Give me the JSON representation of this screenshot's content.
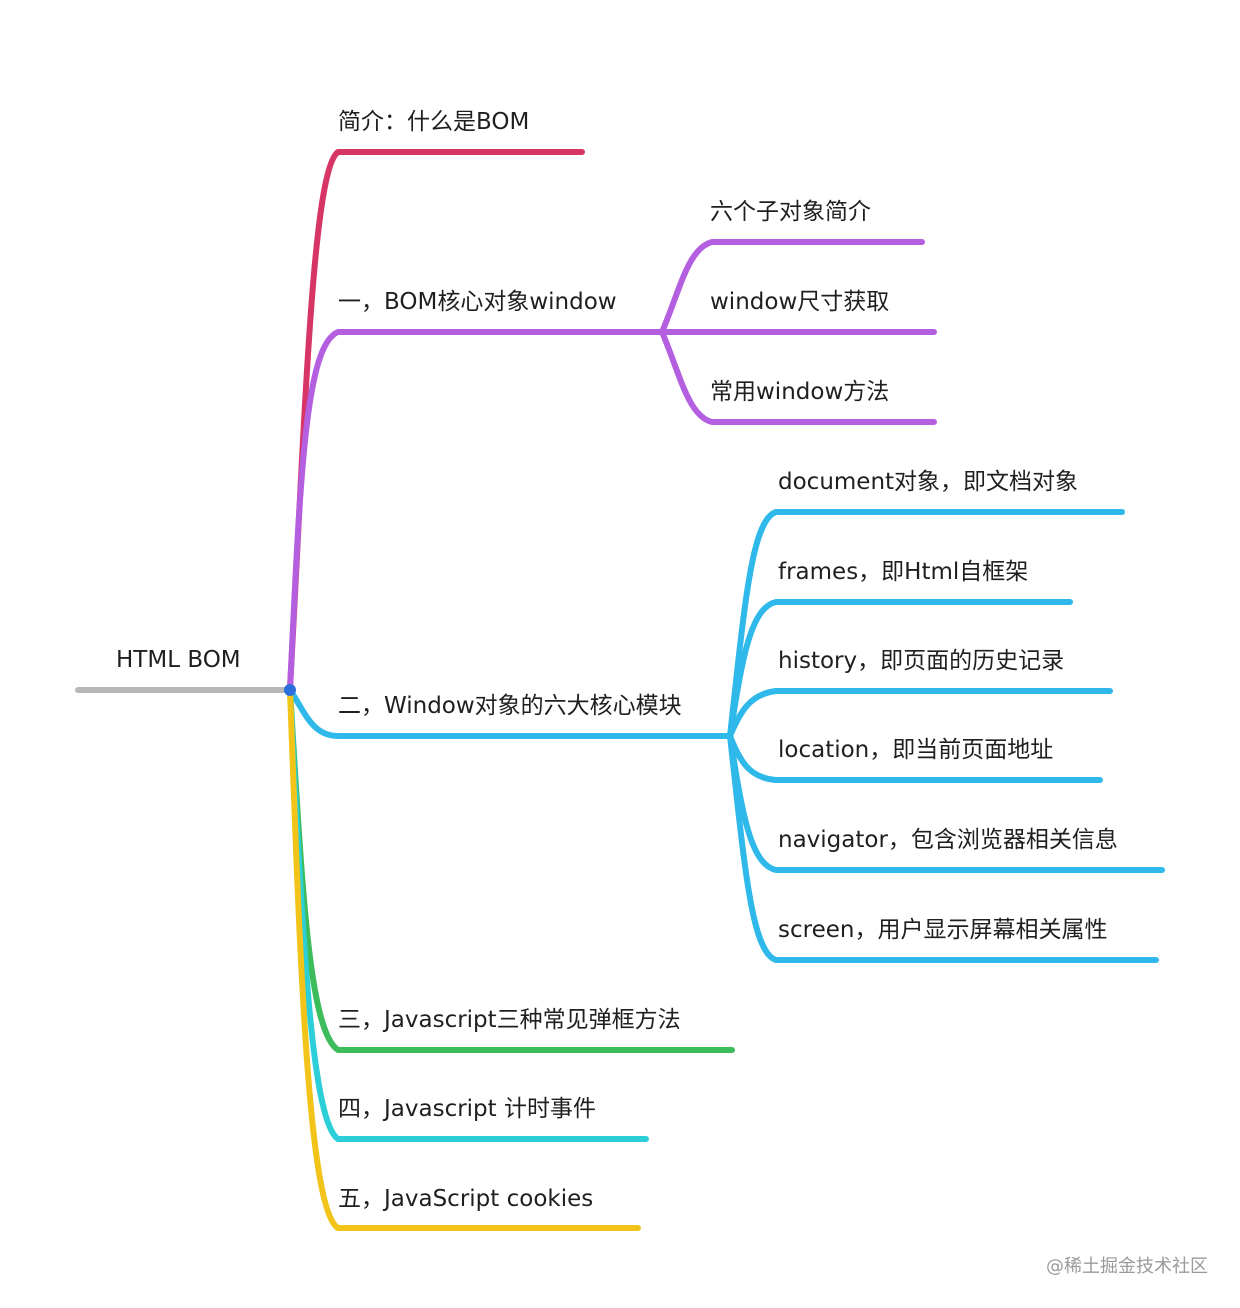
{
  "diagram": {
    "type": "mindmap",
    "root": {
      "label": "HTML BOM",
      "color": "#b8b8b8"
    },
    "branches": [
      {
        "label": "简介：什么是BOM",
        "color": "#d63566",
        "children": []
      },
      {
        "label": "一，BOM核心对象window",
        "color": "#b35fe0",
        "children": [
          {
            "label": "六个子对象简介"
          },
          {
            "label": "window尺寸获取"
          },
          {
            "label": "常用window方法"
          }
        ]
      },
      {
        "label": "二，Window对象的六大核心模块",
        "color": "#2fb8ea",
        "children": [
          {
            "label": "document对象，即文档对象"
          },
          {
            "label": "frames，即Html自框架"
          },
          {
            "label": "history，即页面的历史记录"
          },
          {
            "label": "location，即当前页面地址"
          },
          {
            "label": "navigator，包含浏览器相关信息"
          },
          {
            "label": "screen，用户显示屏幕相关属性"
          }
        ]
      },
      {
        "label": "三，Javascript三种常见弹框方法",
        "color": "#3cbc5a",
        "children": []
      },
      {
        "label": "四，Javascript 计时事件",
        "color": "#2ccfd8",
        "children": []
      },
      {
        "label": "五，JavaScript cookies",
        "color": "#f2c318",
        "children": []
      }
    ],
    "root_dot_color": "#2a6fdb"
  },
  "watermark": {
    "text": "@稀土掘金技术社区"
  }
}
